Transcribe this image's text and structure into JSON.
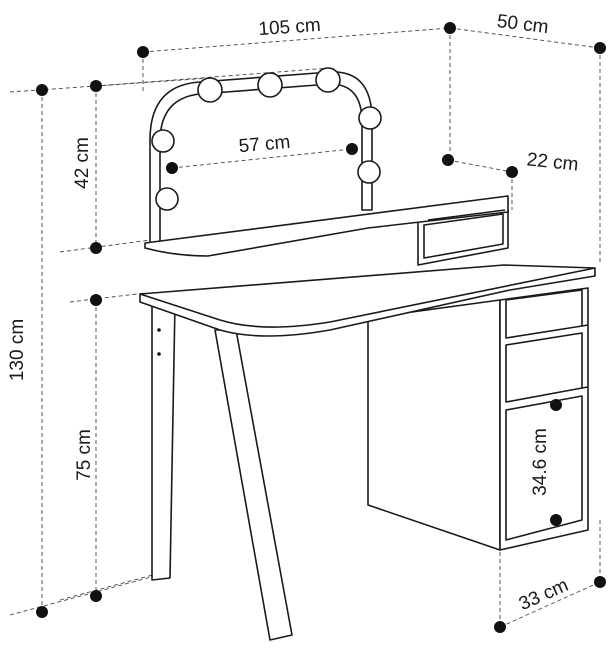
{
  "dimensions": {
    "total_width": "105 cm",
    "total_depth": "50 cm",
    "mirror_height": "42 cm",
    "mirror_width": "57 cm",
    "shelf_depth": "22 cm",
    "total_height": "130 cm",
    "desk_height": "75 cm",
    "drawer_height": "34.6 cm",
    "cabinet_width": "33 cm"
  },
  "colors": {
    "line": "#1a1a1a",
    "background": "#ffffff"
  }
}
